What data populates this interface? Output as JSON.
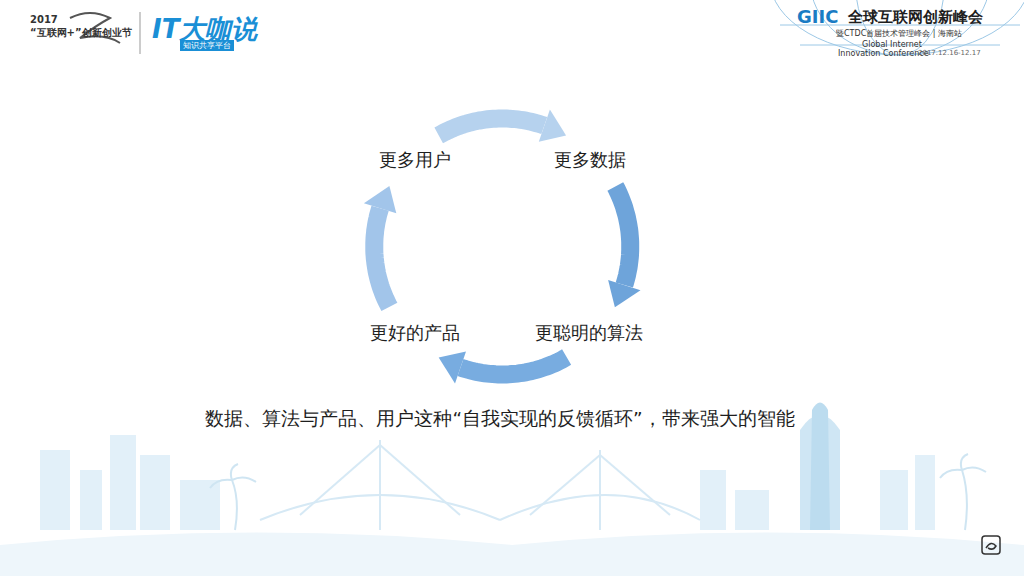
{
  "diagram": {
    "caption": "数据、算法与产品、用户这种“自我实现的反馈循环”，带来强大的智能",
    "nodes": [
      {
        "text": [
          "更多用户"
        ]
      },
      {
        "text": [
          "更多数据"
        ]
      },
      {
        "text": [
          "更聪明的算法"
        ]
      },
      {
        "text": [
          "更好的产品"
        ]
      }
    ],
    "edges": [
      {
        "from": 0,
        "to": 1,
        "arrow": "to"
      },
      {
        "from": 1,
        "to": 2,
        "arrow": "to"
      },
      {
        "from": 2,
        "to": 3,
        "arrow": "to"
      },
      {
        "from": 3,
        "to": 0,
        "arrow": "to"
      }
    ],
    "labels": [
      "2017",
      "“互联网+”创新创业节",
      "IT大咖说",
      "知识共享平台",
      "GIIC",
      "全球互联网创新峰会",
      "暨CTDC首届技术管理峰会 | 海南站",
      "Global Internet",
      "Innovation Conference",
      "2017.12.16-12.17"
    ]
  }
}
